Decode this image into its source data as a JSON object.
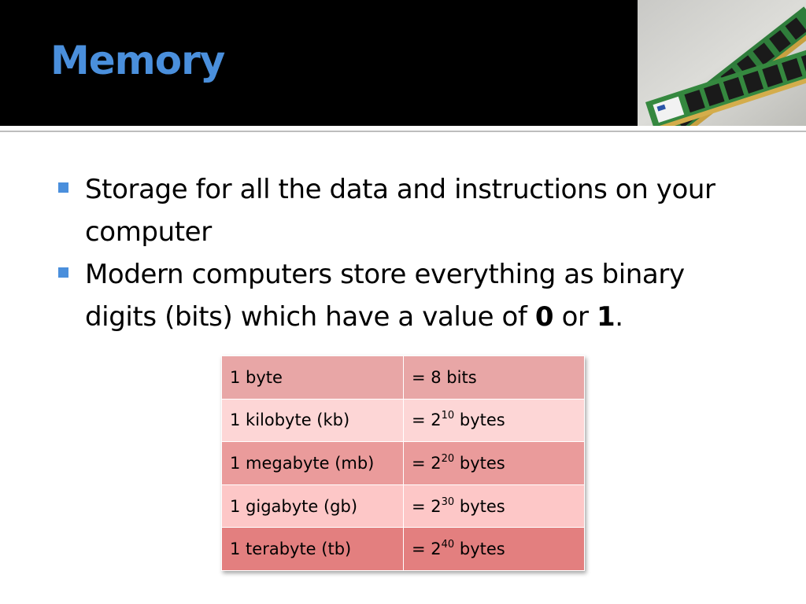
{
  "slide": {
    "title": "Memory",
    "colors": {
      "title": "#4a8fdc",
      "title_bar": "#000000",
      "bullet_marker": "#4a8fdc"
    },
    "photo": {
      "icon": "ram-modules-photo"
    }
  },
  "bullets": [
    {
      "text": "Storage for all the data and instructions on your computer"
    },
    {
      "text_before": "Modern computers store everything as binary digits (bits) which have a value of ",
      "bold_1": "0",
      "text_mid": " or ",
      "bold_2": "1",
      "text_after": "."
    }
  ],
  "table": {
    "rows": [
      {
        "unit": "1 byte",
        "value_prefix": "= 8 bits",
        "exponent": "",
        "value_suffix": ""
      },
      {
        "unit": "1 kilobyte (kb)",
        "value_prefix": "= 2",
        "exponent": "10",
        "value_suffix": " bytes"
      },
      {
        "unit": "1 megabyte (mb)",
        "value_prefix": "= 2",
        "exponent": "20",
        "value_suffix": " bytes"
      },
      {
        "unit": "1 gigabyte (gb)",
        "value_prefix": "= 2",
        "exponent": "30",
        "value_suffix": " bytes"
      },
      {
        "unit": "1 terabyte (tb)",
        "value_prefix": "= 2",
        "exponent": "40",
        "value_suffix": " bytes"
      }
    ]
  }
}
